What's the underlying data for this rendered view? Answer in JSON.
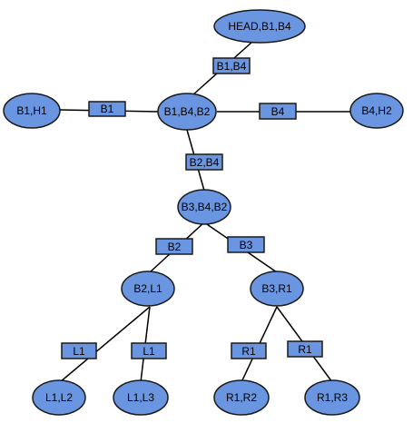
{
  "colors": {
    "node_fill": "#6a95e0",
    "separator_fill": "#6a95e0",
    "edge": "#000000",
    "outline": "#1a1a1a"
  },
  "nodes": {
    "head": "HEAD,B1,B4",
    "b1h1": "B1,H1",
    "b1b4b2": "B1,B4,B2",
    "b4h2": "B4,H2",
    "b3b4b2": "B3,B4,B2",
    "b2l1": "B2,L1",
    "b3r1": "B3,R1",
    "l1l2": "L1,L2",
    "l1l3": "L1,L3",
    "r1r2": "R1,R2",
    "r1r3": "R1,R3"
  },
  "separators": {
    "head_b1b4b2": "B1,B4",
    "b1h1_b1b4b2": "B1",
    "b1b4b2_b4h2": "B4",
    "b1b4b2_b3b4b2": "B2,B4",
    "b3b4b2_b2l1": "B2",
    "b3b4b2_b3r1": "B3",
    "b2l1_l1l2": "L1",
    "b2l1_l1l3": "L1",
    "b3r1_r1r2": "R1",
    "b3r1_r1r3": "R1"
  }
}
